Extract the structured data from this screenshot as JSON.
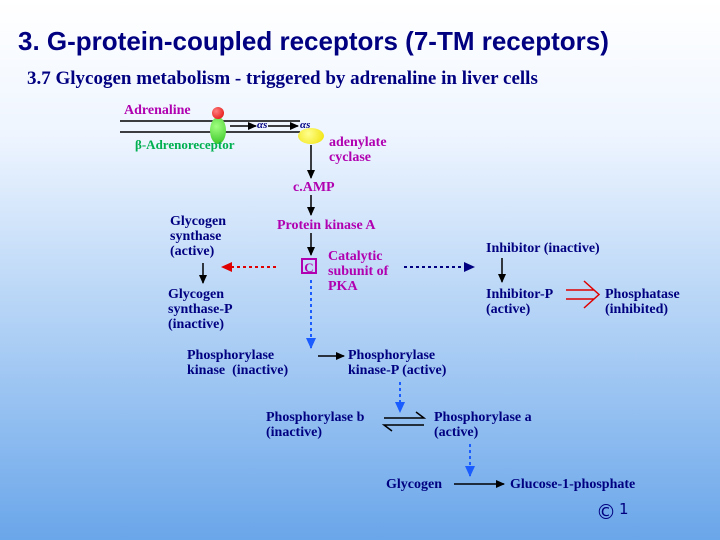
{
  "title": "3.   G-protein-coupled receptors (7-TM receptors)",
  "subtitle": "3.7  Glycogen metabolism - triggered by adrenaline in liver cells",
  "labels": {
    "adrenaline": "Adrenaline",
    "beta_receptor": "β-Adrenoreceptor",
    "alpha_s1": "αs",
    "alpha_s2": "αs",
    "adenylate_cyclase": "adenylate\ncyclase",
    "camp": "c.AMP",
    "protein_kinase_a": "Protein kinase A",
    "catalytic_c": "C",
    "catalytic_subunit": "Catalytic\nsubunit of\nPKA",
    "glycogen_synthase_active": "Glycogen\nsynthase\n(active)",
    "glycogen_synthase_p": "Glycogen\nsynthase-P\n(inactive)",
    "inhibitor_inactive": "Inhibitor (inactive)",
    "inhibitor_p": "Inhibitor-P\n(active)",
    "phosphatase": "Phosphatase\n(inhibited)",
    "phosphorylase_kinase_inactive": "Phosphorylase\nkinase  (inactive)",
    "phosphorylase_kinase_p": "Phosphorylase\nkinase-P (active)",
    "phosphorylase_b": "Phosphorylase b\n(inactive)",
    "phosphorylase_a": "Phosphorylase a\n(active)",
    "glycogen": "Glycogen",
    "glucose_1_phosphate": "Glucose-1-phosphate"
  },
  "footer": {
    "copyright": "©",
    "page_number": "1"
  },
  "colors": {
    "navy": "#000080",
    "magenta": "#b000b0",
    "green": "#00b050",
    "red": "#cc0000",
    "blue_arrow": "#1a5cff"
  }
}
